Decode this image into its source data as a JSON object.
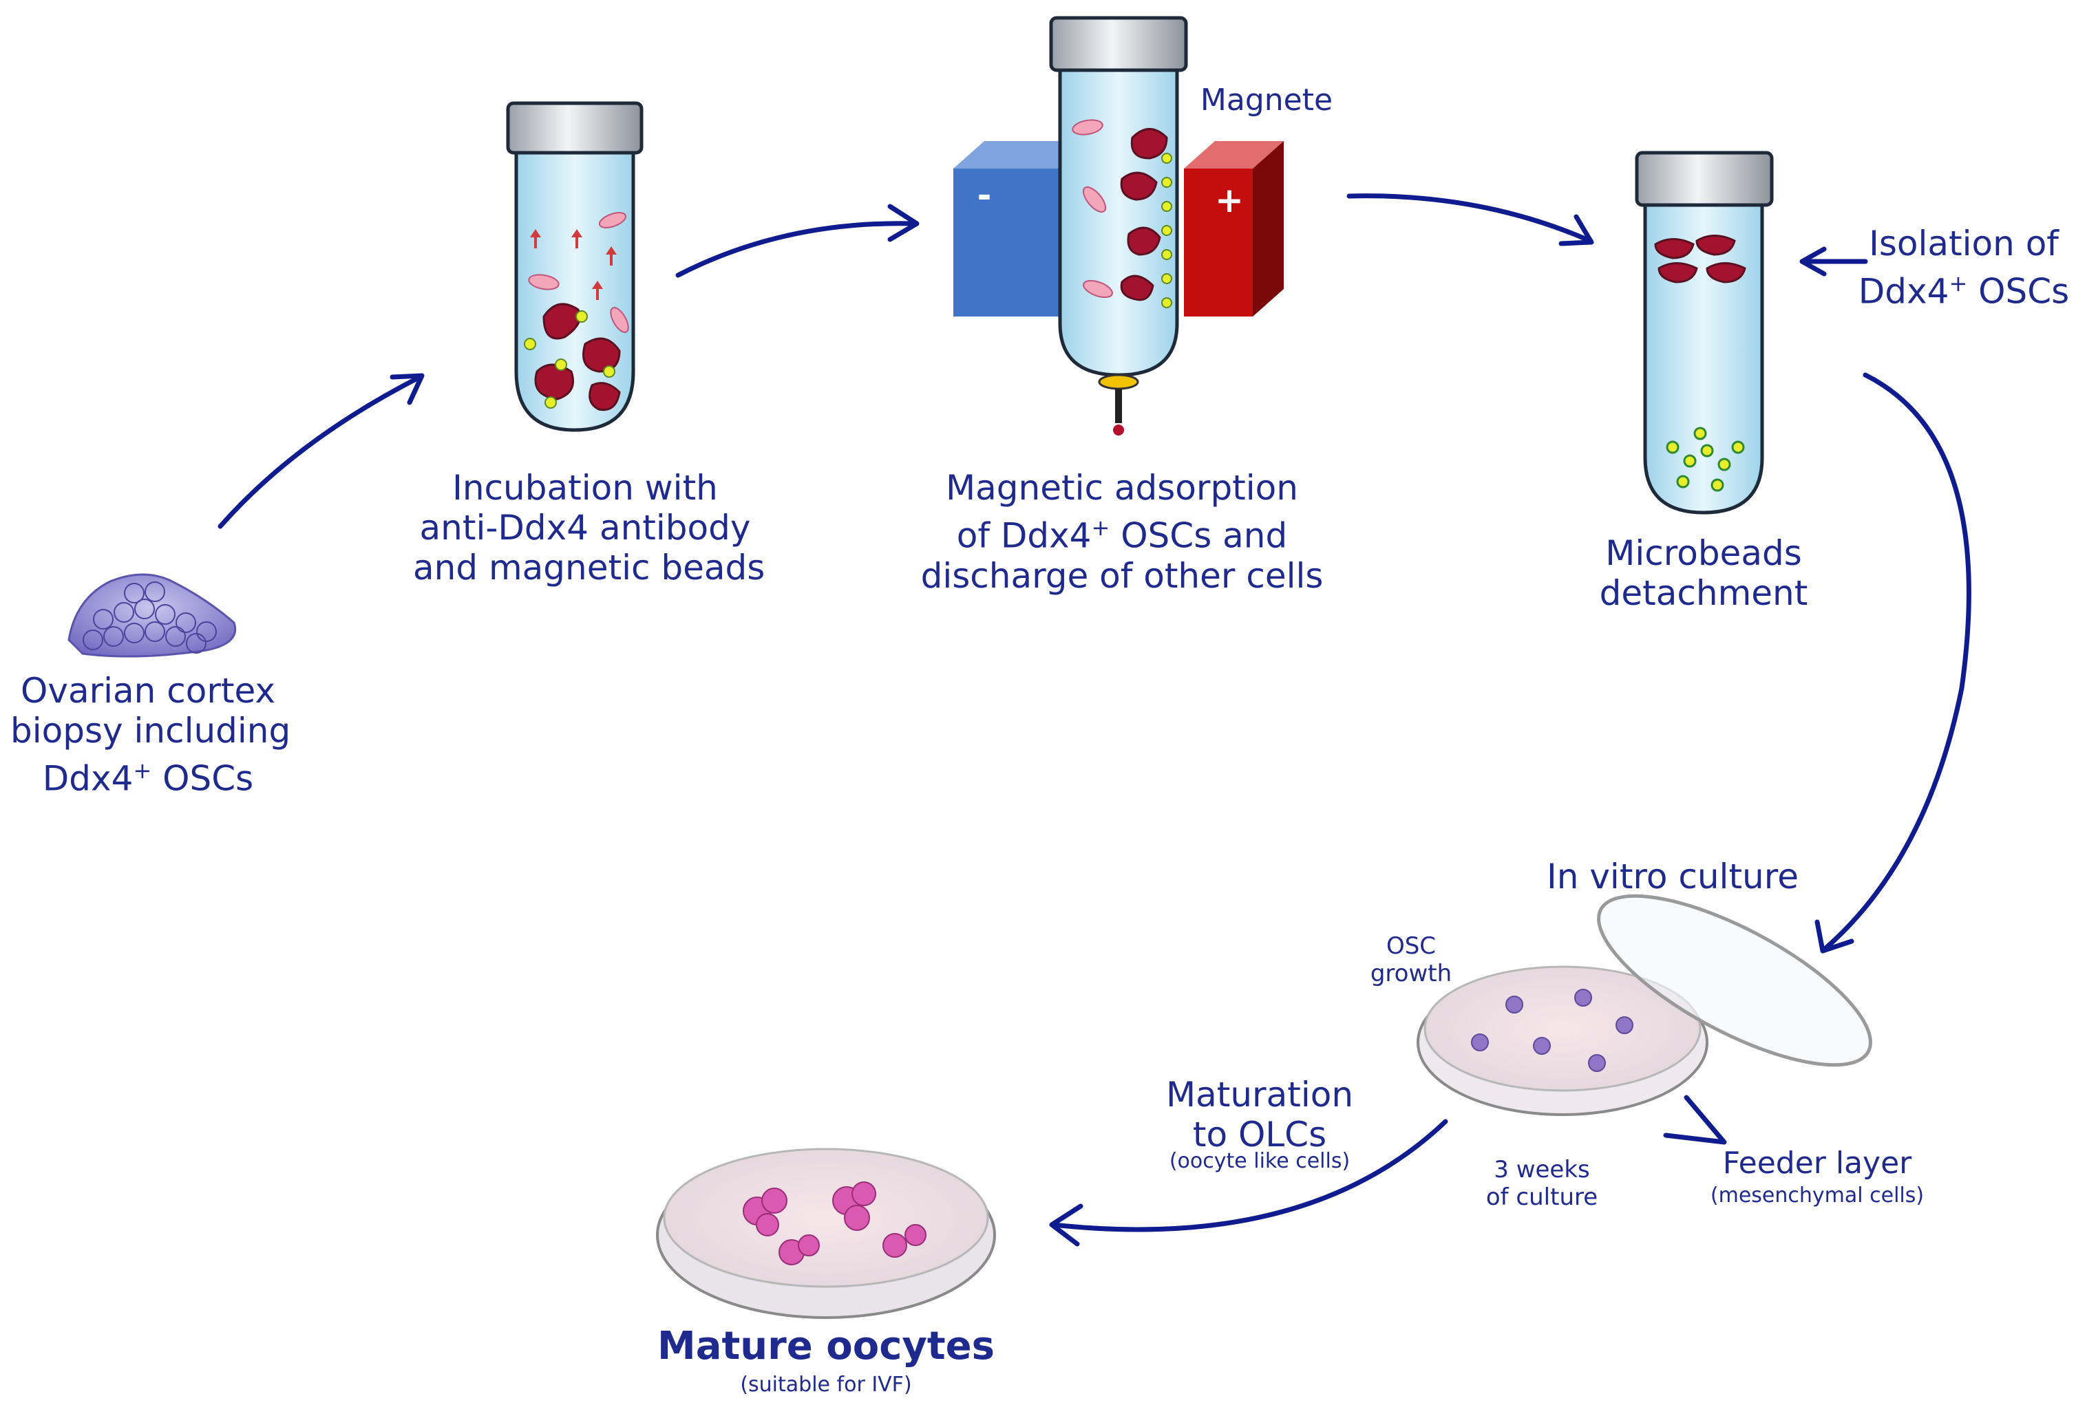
{
  "colors": {
    "arrow": "#0f1c8f",
    "text": "#1f2a8f",
    "magnet_neg": "#3f74c8",
    "magnet_pos": "#c40d0d",
    "tube_liquid": "#bfe6f5",
    "cells": "#b5102b",
    "beads": "#e8ef2a"
  },
  "steps": {
    "biopsy": {
      "lines": [
        "Ovarian cortex",
        "biopsy including"
      ],
      "ddx": "Ddx4",
      "ddx_sup": "+",
      "ddx_rest": " OSCs"
    },
    "incubation": {
      "lines": [
        "Incubation with",
        "anti-Ddx4 antibody",
        "and magnetic beads"
      ]
    },
    "magnetic": {
      "line1": "Magnetic adsorption",
      "ddx_pre": "of Ddx4",
      "ddx_sup": "+",
      "ddx_post": " OSCs and",
      "line3": "discharge of other cells"
    },
    "magnet_label": "Magnete",
    "magnet_neg_sign": "-",
    "magnet_pos_sign": "+",
    "microbeads": {
      "lines": [
        "Microbeads",
        "detachment"
      ]
    },
    "isolation": {
      "line1": "Isolation of",
      "ddx": "Ddx4",
      "ddx_sup": "+",
      "ddx_rest": " OSCs"
    },
    "culture": {
      "title": "In vitro culture",
      "osc_growth": [
        "OSC",
        "growth"
      ],
      "weeks": [
        "3 weeks",
        "of culture"
      ],
      "feeder": "Feeder layer",
      "feeder_note": "(mesenchymal cells)"
    },
    "maturation": {
      "lines": [
        "Maturation",
        "to OLCs"
      ],
      "note": "(oocyte like cells)"
    },
    "mature": {
      "title": "Mature oocytes",
      "note": "(suitable for IVF)"
    }
  }
}
